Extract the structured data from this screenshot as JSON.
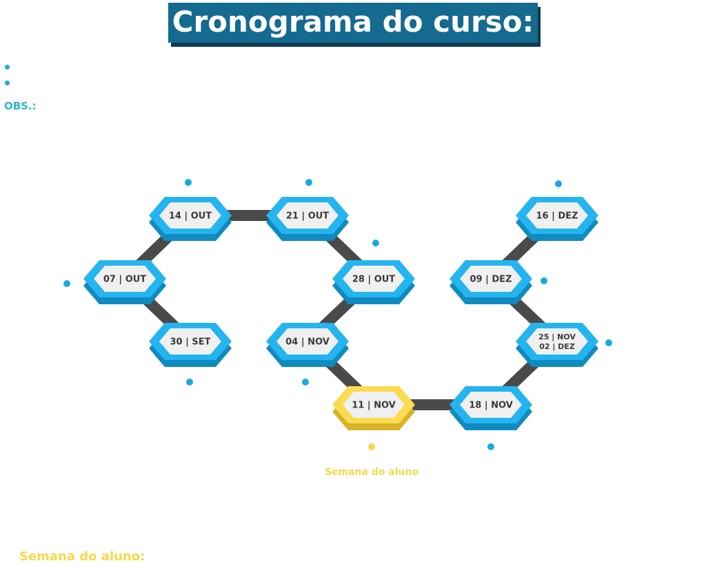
{
  "title": "Cronograma do curso:",
  "obs_label": "OBS.:",
  "highlight_caption": "Semana do aluno",
  "footer_label": "Semana do aluno:",
  "colors": {
    "hex_light": "#24b4ef",
    "hex_dark": "#0f8bc0",
    "hex_face": "#f0f0f0",
    "hex_highlight_light": "#fbdb4f",
    "hex_highlight_dark": "#d8b227",
    "connector": "#4a4a4a",
    "dot": "#1aa9df",
    "dot_highlight": "#f7d84a"
  },
  "nodes": [
    {
      "id": "n1",
      "lines": [
        "30 | SET"
      ]
    },
    {
      "id": "n2",
      "lines": [
        "07 | OUT"
      ]
    },
    {
      "id": "n3",
      "lines": [
        "14 | OUT"
      ]
    },
    {
      "id": "n4",
      "lines": [
        "21 | OUT"
      ]
    },
    {
      "id": "n5",
      "lines": [
        "28 | OUT"
      ]
    },
    {
      "id": "n6",
      "lines": [
        "04 | NOV"
      ]
    },
    {
      "id": "n7",
      "lines": [
        "11 | NOV"
      ],
      "highlight": true
    },
    {
      "id": "n8",
      "lines": [
        "18 | NOV"
      ]
    },
    {
      "id": "n9",
      "lines": [
        "25 | NOV",
        "02 | DEZ"
      ]
    },
    {
      "id": "n10",
      "lines": [
        "09 | DEZ"
      ]
    },
    {
      "id": "n11",
      "lines": [
        "16 | DEZ"
      ]
    }
  ],
  "edges": [
    [
      "n1",
      "n2"
    ],
    [
      "n2",
      "n3"
    ],
    [
      "n3",
      "n4"
    ],
    [
      "n4",
      "n5"
    ],
    [
      "n5",
      "n6"
    ],
    [
      "n6",
      "n7"
    ],
    [
      "n7",
      "n8"
    ],
    [
      "n8",
      "n9"
    ],
    [
      "n9",
      "n10"
    ],
    [
      "n10",
      "n11"
    ]
  ]
}
